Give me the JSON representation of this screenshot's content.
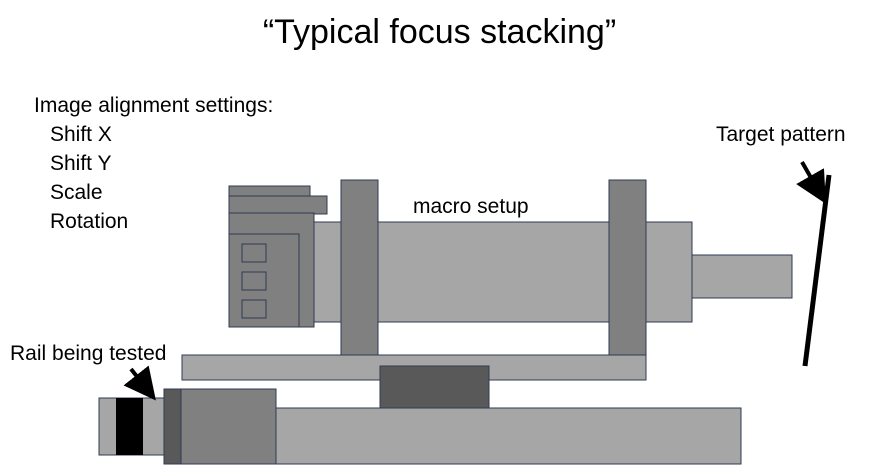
{
  "title": "“Typical focus stacking”",
  "settings": {
    "heading": "Image alignment settings:",
    "items": [
      "Shift X",
      "Shift Y",
      "Scale",
      "Rotation"
    ]
  },
  "labels": {
    "target": "Target pattern",
    "macro": "macro setup",
    "rail": "Rail being tested"
  },
  "colors": {
    "light_gray": "#a6a6a6",
    "mid_gray": "#808080",
    "dark_gray": "#595959",
    "black": "#000000",
    "outline": "#2f3b52"
  }
}
